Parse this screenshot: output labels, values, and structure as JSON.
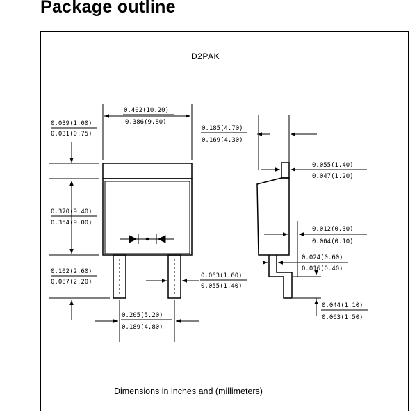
{
  "title": "Package outline",
  "package_name": "D2PAK",
  "footnote": "Dimensions in inches and (millimeters)",
  "dimensions": {
    "tab_thickness": {
      "max": "0.039(1.00)",
      "min": "0.031(0.75)"
    },
    "body_width": {
      "max": "0.402(10.20)",
      "min": "0.386(9.80)"
    },
    "body_height": {
      "max": "0.370(9.40)",
      "min": "0.354(9.00)"
    },
    "lead_length": {
      "max": "0.102(2.60)",
      "min": "0.087(2.20)"
    },
    "lead_pitch": {
      "max": "0.205(5.20)",
      "min": "0.189(4.80)"
    },
    "lead_width": {
      "max": "0.063(1.60)",
      "min": "0.055(1.40)"
    },
    "side_height": {
      "max": "0.185(4.70)",
      "min": "0.169(4.30)"
    },
    "tab_top": {
      "max": "0.055(1.40)",
      "min": "0.047(1.20)"
    },
    "standoff": {
      "max": "0.012(0.30)",
      "min": "0.004(0.10)"
    },
    "lead_thickness": {
      "max": "0.024(0.60)",
      "min": "0.016(0.40)"
    },
    "foot_length": {
      "max": "0.044(1.10)",
      "min": "0.063(1.50)"
    }
  }
}
